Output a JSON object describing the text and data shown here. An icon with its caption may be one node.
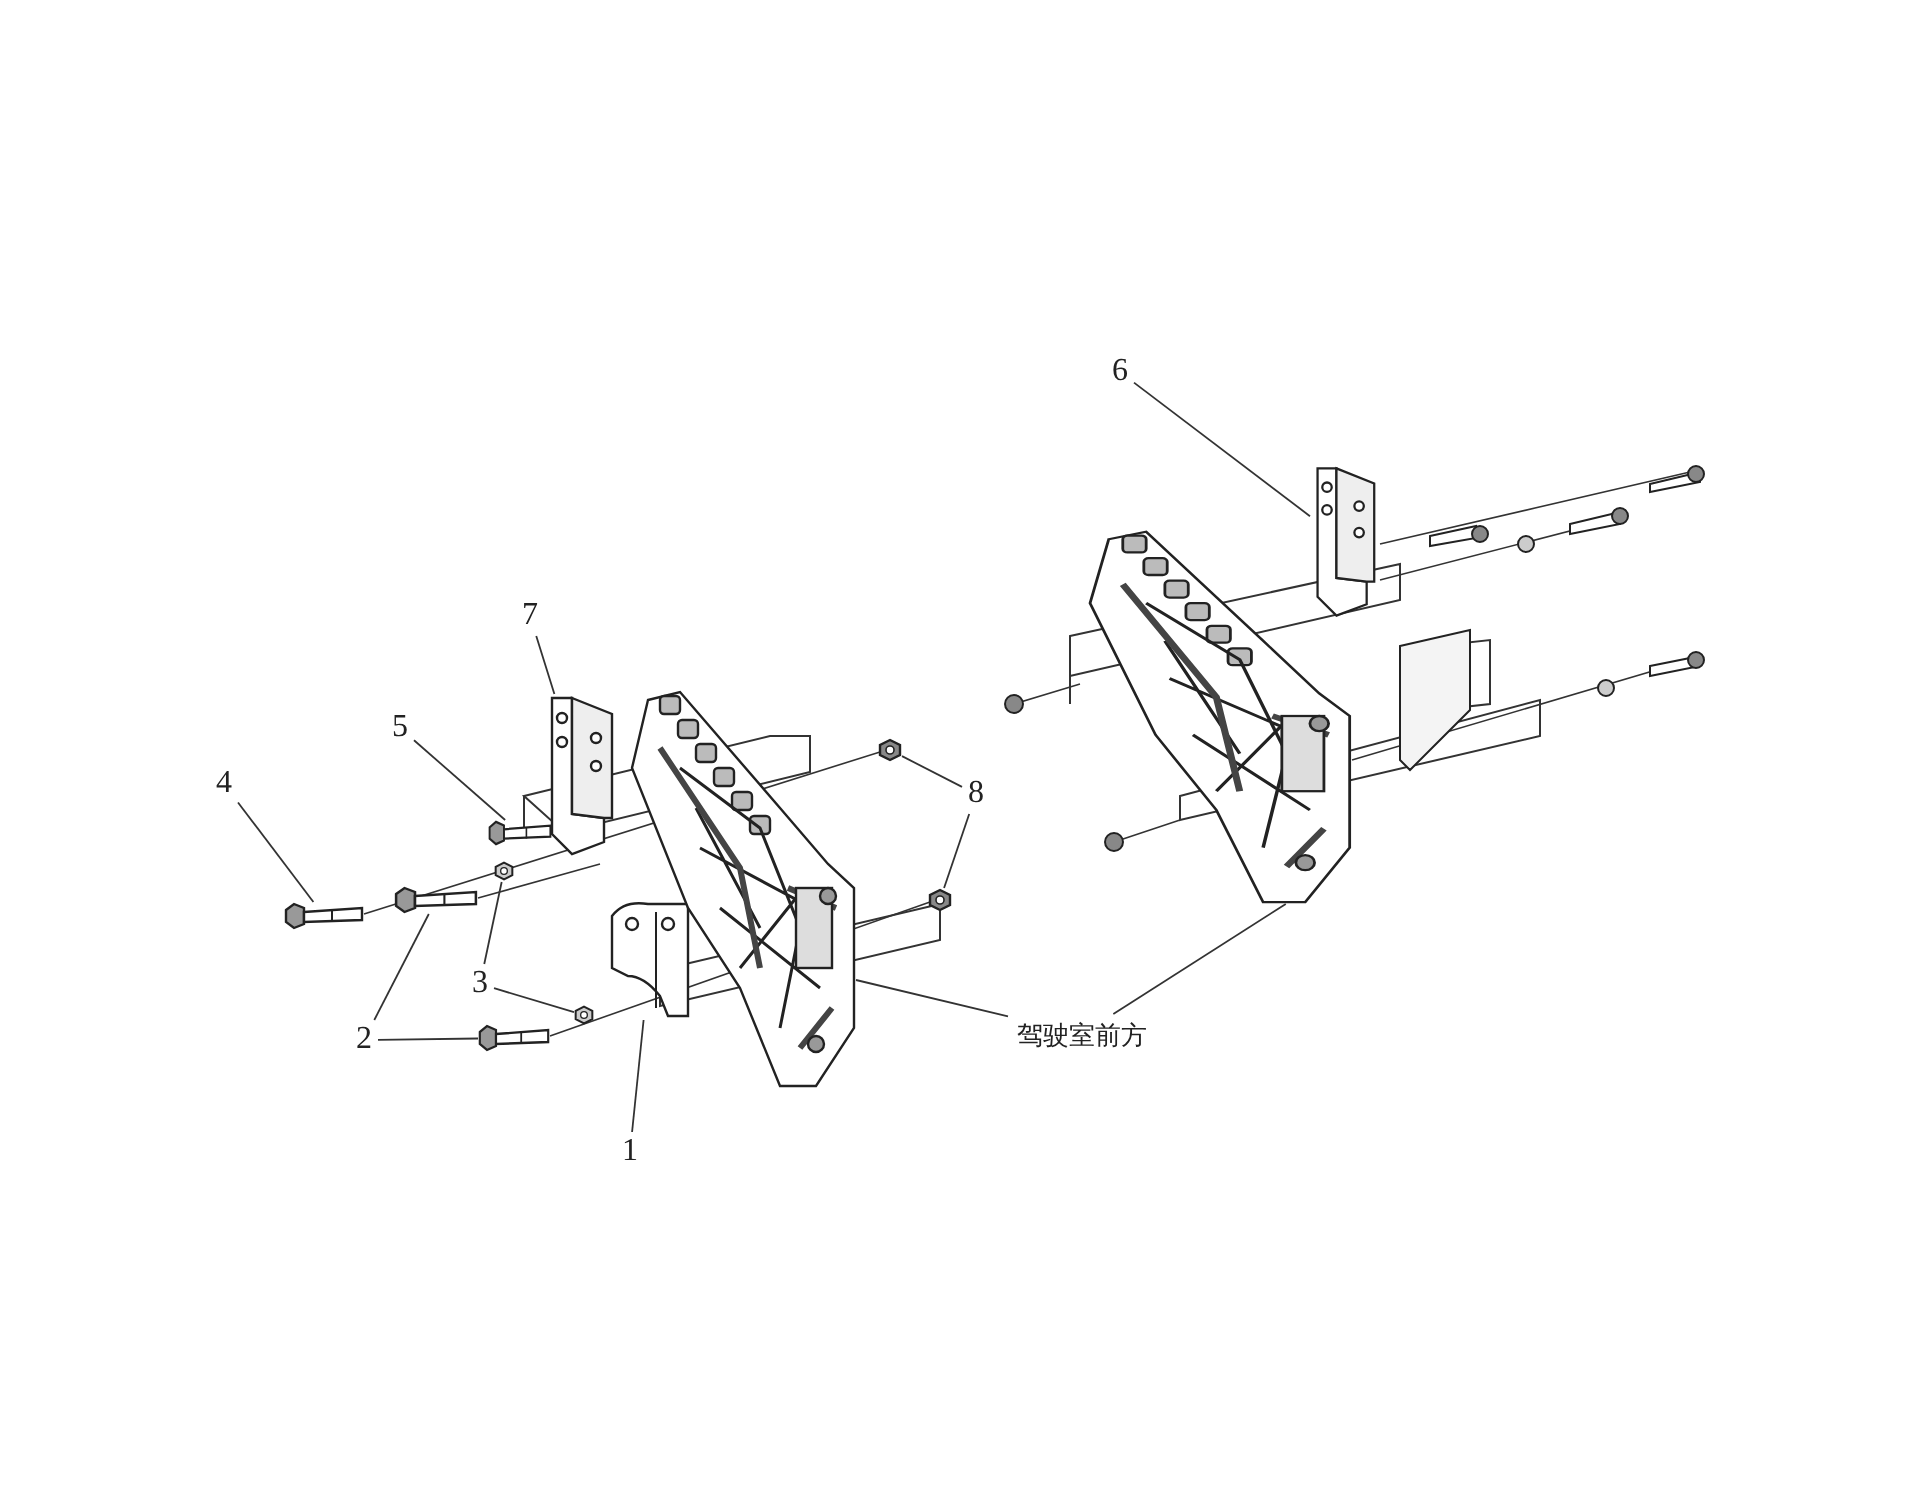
{
  "diagram": {
    "nodes": [
      {
        "text": [
          "1"
        ]
      },
      {
        "text": [
          "2"
        ]
      },
      {
        "text": [
          "3"
        ]
      },
      {
        "text": [
          "4"
        ]
      },
      {
        "text": [
          "5"
        ]
      },
      {
        "text": [
          "6"
        ]
      },
      {
        "text": [
          "7"
        ]
      },
      {
        "text": [
          "8"
        ]
      },
      {
        "text": [
          "驾驶室前方"
        ]
      },
      {
        "text": [],
        "shape": "picture"
      },
      {
        "text": [],
        "shape": "picture"
      },
      {
        "text": [],
        "shape": "picture"
      },
      {
        "text": [],
        "shape": "picture"
      },
      {
        "text": [],
        "shape": "picture"
      },
      {
        "text": [],
        "shape": "picture"
      },
      {
        "text": [],
        "shape": "picture"
      },
      {
        "text": [],
        "shape": "picture"
      },
      {
        "text": [],
        "shape": "picture"
      },
      {
        "text": [],
        "shape": "picture"
      },
      {
        "text": [],
        "shape": "picture"
      },
      {
        "text": [],
        "shape": "picture"
      },
      {
        "text": [],
        "shape": "picture"
      }
    ],
    "edges": [
      {
        "from": 0,
        "to": 9,
        "arrow": "none"
      },
      {
        "from": 1,
        "to": 10,
        "arrow": "none"
      },
      {
        "from": 1,
        "to": 11,
        "arrow": "none"
      },
      {
        "from": 2,
        "to": 12,
        "arrow": "none"
      },
      {
        "from": 2,
        "to": 13,
        "arrow": "none"
      },
      {
        "from": 3,
        "to": 14,
        "arrow": "none"
      },
      {
        "from": 4,
        "to": 15,
        "arrow": "none"
      },
      {
        "from": 5,
        "to": 16,
        "arrow": "none"
      },
      {
        "from": 6,
        "to": 17,
        "arrow": "none"
      },
      {
        "from": 7,
        "to": 18,
        "arrow": "none"
      },
      {
        "from": 7,
        "to": 19,
        "arrow": "none"
      },
      {
        "from": 8,
        "to": 20,
        "arrow": "none"
      },
      {
        "from": 8,
        "to": 21,
        "arrow": "none"
      }
    ]
  }
}
